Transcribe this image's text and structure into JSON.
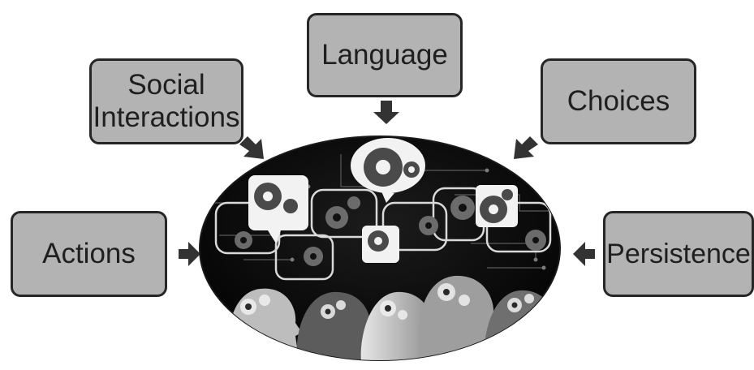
{
  "diagram": {
    "center_image": "people-heads-gears-speech-bubbles-image",
    "colors": {
      "box_fill": "#b3b3b3",
      "box_border": "#262626",
      "arrow": "#333333",
      "ellipse_fill": "#0a0a0a"
    },
    "factors": {
      "language": {
        "label": "Language"
      },
      "social": {
        "label_line1": "Social",
        "label_line2": "Interactions"
      },
      "choices": {
        "label": "Choices"
      },
      "actions": {
        "label": "Actions"
      },
      "persistence": {
        "label": "Persistence"
      }
    }
  }
}
